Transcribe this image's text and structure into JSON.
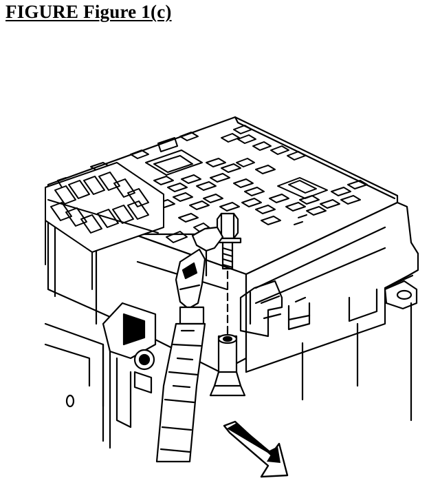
{
  "figure": {
    "title": "FIGURE Figure 1(c)"
  },
  "illustration": {
    "ink_color": "#000000",
    "paper_color": "#ffffff",
    "icons": [
      "fuse-block-housing",
      "mounting-bolt",
      "ground-wire-terminal",
      "harness-connector",
      "direction-arrow"
    ]
  }
}
